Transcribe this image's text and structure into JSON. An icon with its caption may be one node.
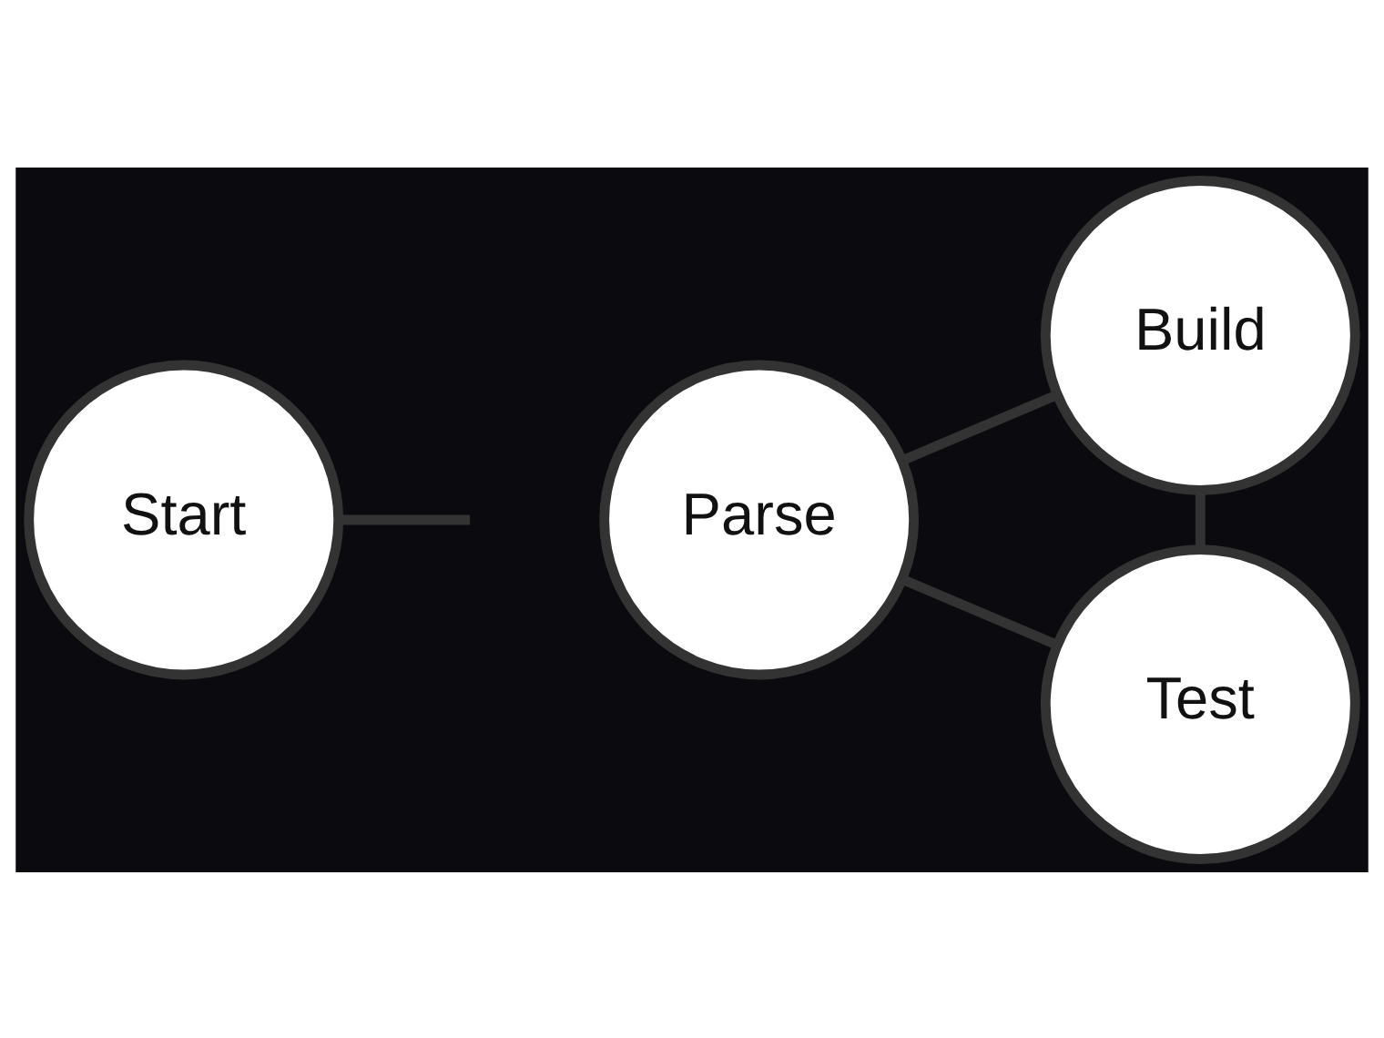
{
  "diagram": {
    "nodes": [
      {
        "text": [
          "Start"
        ]
      },
      {
        "text": [
          "Parse"
        ]
      },
      {
        "text": [
          "Build"
        ]
      },
      {
        "text": [
          "Test"
        ]
      }
    ],
    "edges": [
      {
        "from": 0,
        "to": null,
        "arrow": "none"
      },
      {
        "from": 1,
        "to": 2,
        "arrow": "none"
      },
      {
        "from": 1,
        "to": 3,
        "arrow": "none"
      },
      {
        "from": 2,
        "to": 3,
        "arrow": "none"
      }
    ]
  }
}
